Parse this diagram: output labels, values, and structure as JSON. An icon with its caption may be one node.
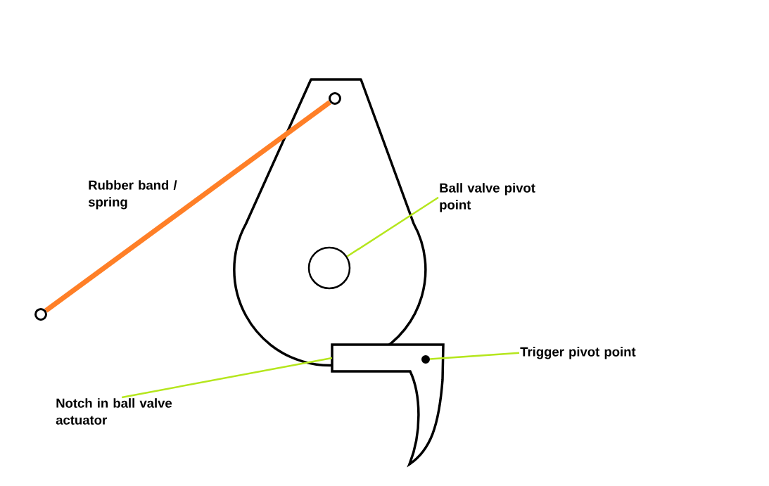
{
  "diagram": {
    "nodes": [
      {
        "text": [],
        "shape": "circle"
      },
      {
        "text": [],
        "shape": "circle"
      },
      {
        "text": [],
        "shape": "circle"
      },
      {
        "text": [
          "Ball valve pivot point"
        ]
      },
      {
        "text": [],
        "shape": "picture"
      },
      {
        "text": [],
        "shape": "circle",
        "in": 4
      },
      {
        "text": [
          "Trigger pivot point"
        ]
      },
      {
        "text": [
          "Notch in ball valve actuator"
        ]
      }
    ],
    "edges": [
      {
        "from": 0,
        "to": 1,
        "arrow": "none",
        "style": "thick",
        "color": "#ff7f27"
      },
      {
        "from": 3,
        "to": 2,
        "arrow": "none",
        "color": "#b5e61d"
      },
      {
        "from": 6,
        "to": 5,
        "arrow": "none",
        "color": "#b5e61d"
      },
      {
        "from": 7,
        "to": 4,
        "arrow": "none",
        "color": "#b5e61d"
      }
    ],
    "labels": [
      "Rubber band / spring"
    ]
  }
}
